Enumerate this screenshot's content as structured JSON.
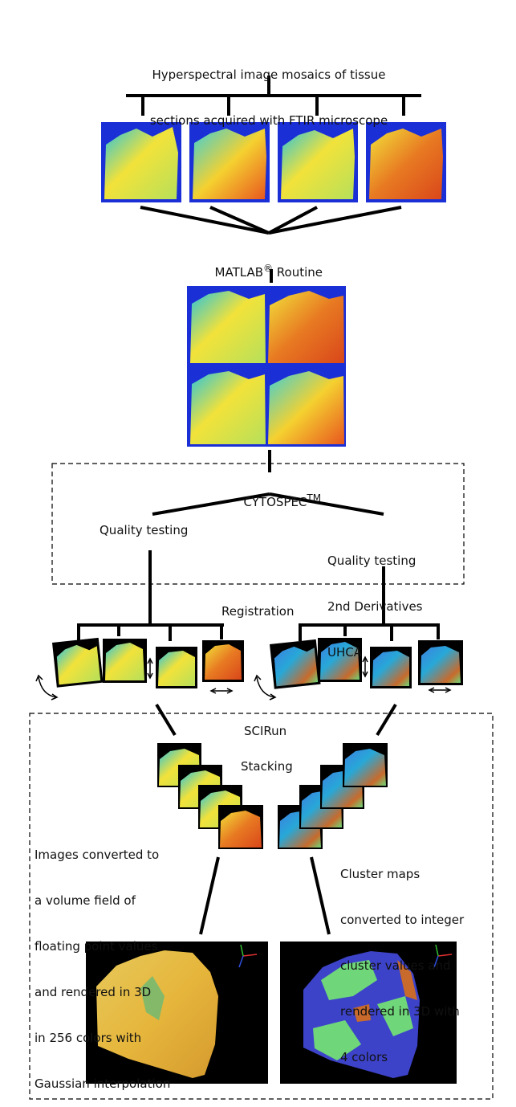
{
  "header": {
    "line1": "Hyperspectral image mosaics of tissue",
    "line2": "sections acquired with FTIR microscope"
  },
  "matlab": {
    "name": "MATLAB",
    "reg_mark": "®",
    "suffix": " Routine"
  },
  "cytospec": {
    "name": "CYTOSPEC",
    "tm": "TM"
  },
  "quality_left": "Quality testing",
  "quality_right": {
    "line1": "Quality testing",
    "line2": "2nd Derivatives",
    "line3": "UHCA"
  },
  "registration": "Registration",
  "scirun": "SCIRun",
  "stacking": "Stacking",
  "left_note": [
    "Images converted to",
    "a volume field of",
    "floating point values",
    "and rendered in 3D",
    "in 256 colors with",
    "Gaussian interpolation"
  ],
  "right_note": [
    "Cluster maps",
    "converted to integer",
    "cluster values and",
    "rendered in 3D with",
    "4 colors"
  ],
  "colors": {
    "heat_low": "#1a2fd6",
    "heat_mid": "#25c4e0",
    "heat_high": "#f2e23a",
    "heat_hot": "#e8561e",
    "cluster_blue": "#3d43c9",
    "cluster_green": "#6fd77a",
    "cluster_orange": "#c86a2c",
    "render_bg": "#000000"
  }
}
